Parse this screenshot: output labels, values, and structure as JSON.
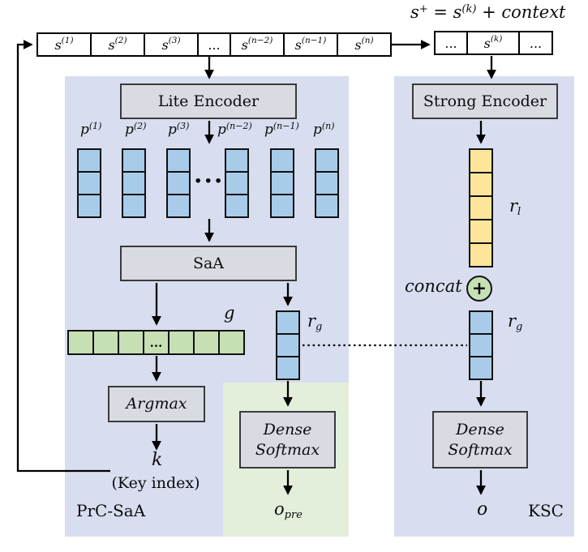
{
  "formula": {
    "s1": "s",
    "sup1": "+",
    "eq": " = ",
    "s2": "s",
    "sup2": "(k)",
    "plus": " + ",
    "ctx": "context"
  },
  "input_row": {
    "cells": [
      {
        "base": "s",
        "sup": "(1)"
      },
      {
        "base": "s",
        "sup": "(2)"
      },
      {
        "base": "s",
        "sup": "(3)"
      },
      {
        "base": "...",
        "sup": ""
      },
      {
        "base": "s",
        "sup": "(n−2)"
      },
      {
        "base": "s",
        "sup": "(n−1)"
      },
      {
        "base": "s",
        "sup": "(n)"
      }
    ]
  },
  "key_row": {
    "cells": [
      {
        "base": "...",
        "sup": ""
      },
      {
        "base": "s",
        "sup": "(k)"
      },
      {
        "base": "...",
        "sup": ""
      }
    ]
  },
  "left_panel": {
    "label": "PrC-SaA",
    "encoder": "Lite Encoder",
    "saa": "SaA",
    "p_labels": [
      {
        "base": "p",
        "sup": "(1)"
      },
      {
        "base": "p",
        "sup": "(2)"
      },
      {
        "base": "p",
        "sup": "(3)"
      },
      {
        "base": "p",
        "sup": "(n−2)"
      },
      {
        "base": "p",
        "sup": "(n−1)"
      },
      {
        "base": "p",
        "sup": "(n)"
      }
    ],
    "columns_ellipsis": "···",
    "g_label": "g",
    "g_row_ellipsis": "...",
    "argmax": "Argmax",
    "k_label": "k",
    "k_caption": "(Key index)",
    "rg": {
      "base": "r",
      "sub": "g"
    }
  },
  "pre_branch": {
    "dense_line1": "Dense",
    "dense_line2": "Softmax",
    "out": {
      "base": "o",
      "sub": "pre"
    }
  },
  "right_panel": {
    "label": "KSC",
    "encoder": "Strong Encoder",
    "rl": {
      "base": "r",
      "sub": "l"
    },
    "concat": "concat",
    "plus": "+",
    "rg": {
      "base": "r",
      "sub": "g"
    },
    "dense_line1": "Dense",
    "dense_line2": "Softmax",
    "out": "o"
  },
  "colors": {
    "panel_blue": "#D8DEF0",
    "panel_green": "#E3EFDA",
    "box_gray": "#D8DBE2",
    "cell_blue": "#A8CBE9",
    "cell_green": "#C6E0B4",
    "cell_yellow": "#FDE699",
    "line_black": "#000000"
  }
}
